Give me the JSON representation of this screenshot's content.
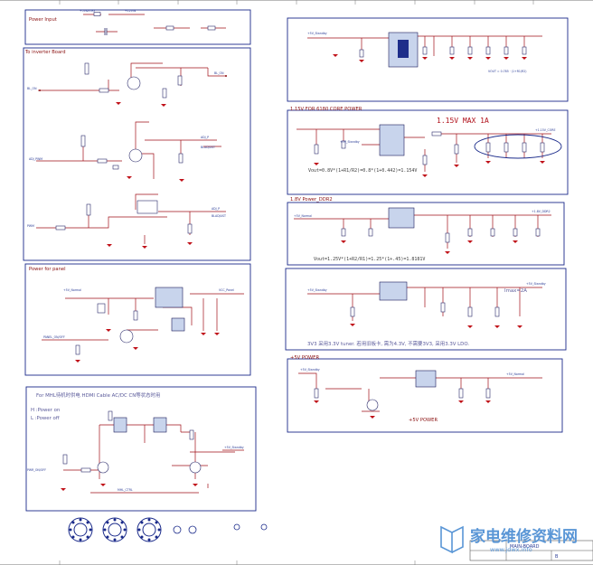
{
  "sections": {
    "power_input": "Power Input",
    "to_inverter": "To inverter Board",
    "core_power": "1.15V FOR 6180 CORE POWER",
    "ddr2_power": "1.8V Power_DDR2",
    "panel_power": "Power for panel",
    "five_v_power": "+5V POWER",
    "five_v_power_label": "+5V POWER"
  },
  "annotations": {
    "core_max": "1.15V  MAX 1A",
    "vout_core": "Vout=0.8V*(1+R1/R2)=0.8*(1+0.442)=1.154V",
    "vout_ddr2": "Vout=1.25V*(1+R2/R1)=1.25*(1+.45)=1.8181V",
    "vout_top": "VOUT = 0.785 · (1+R1/R2)",
    "tuner_note": "3V3 采用3.3V tuner. 若用旧板卡, 需为4.3V, 不需要3V3, 采用3.3V LDO.",
    "current_note": "Imax=2A",
    "mhl_title": "For MHL待机时供电 HDMI Cable AC/DC CN等状态时用",
    "mhl_on": "H :Power on",
    "mhl_off": "L :Power off"
  },
  "nets": {
    "vbl_ctrl": "BL_ON",
    "adj_pwm": "ADJ_PWM",
    "panel_ctrl": "PANEL_ON/OFF",
    "vcc_panel": "VCC_Panel",
    "standby": "+5V_Standby",
    "normal": "+5V_Normal",
    "vddr": "+1.8V_DDR2",
    "vcore": "+1.15V_CORE",
    "pwr_on": "PWR_ON/OFF",
    "mhl_ctrl": "MHL_CTRL"
  },
  "title_block": {
    "sheet": "MAIN-BOARD",
    "rev": "B"
  },
  "watermark": {
    "cn": "家电维修资料网",
    "url": "www.jdwx.info"
  }
}
